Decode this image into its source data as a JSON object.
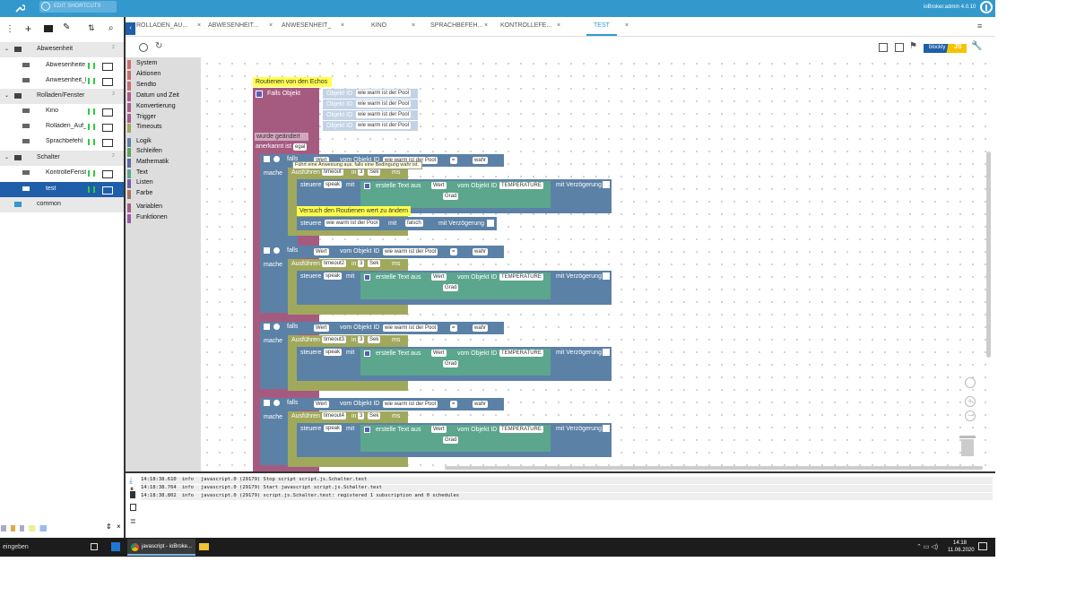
{
  "topbar": {
    "title": "EDIT SHORTCUTS",
    "user": "ioBroker.admin 4.0.10"
  },
  "tree": {
    "items": [
      {
        "label": "Abwesenheit",
        "type": "folder",
        "count": "2"
      },
      {
        "label": "Abwesenheite F",
        "type": "script"
      },
      {
        "label": "Anwesenheit_le",
        "type": "script"
      },
      {
        "label": "Rolladen/Fenster",
        "type": "folder",
        "count": "3"
      },
      {
        "label": "Kino",
        "type": "script"
      },
      {
        "label": "Rolladen_Auf_u",
        "type": "script"
      },
      {
        "label": "Sprachbefehl",
        "type": "script"
      },
      {
        "label": "Schalter",
        "type": "folder",
        "count": "2"
      },
      {
        "label": "KontrolleFenste",
        "type": "script"
      },
      {
        "label": "test",
        "type": "script"
      },
      {
        "label": "common",
        "type": "folder"
      }
    ]
  },
  "tabs": [
    {
      "label": "ROLLADEN_AU..."
    },
    {
      "label": "ABWESENHEIT..."
    },
    {
      "label": "ANWESENHEIT_"
    },
    {
      "label": "KINO"
    },
    {
      "label": "SPRACHBEFEH..."
    },
    {
      "label": "KONTROLLEFE..."
    },
    {
      "label": "TEST"
    }
  ],
  "toolbar": {
    "blockly_label": "blockly",
    "js_label": "JS"
  },
  "toolbox": {
    "categories": [
      {
        "label": "System",
        "color": "#cc6e6e"
      },
      {
        "label": "Aktionen",
        "color": "#cc6e6e"
      },
      {
        "label": "Sendto",
        "color": "#cc6e6e"
      },
      {
        "label": "Datum und Zeit",
        "color": "#a85c8c"
      },
      {
        "label": "Konvertierung",
        "color": "#a85c8c"
      },
      {
        "label": "Trigger",
        "color": "#a85c8c"
      },
      {
        "label": "Timeouts",
        "color": "#a0a85c"
      },
      {
        "label": "Logik",
        "color": "#5c81a6"
      },
      {
        "label": "Schleifen",
        "color": "#5ca65c"
      },
      {
        "label": "Mathematik",
        "color": "#5c68a6"
      },
      {
        "label": "Text",
        "color": "#5ca68d"
      },
      {
        "label": "Listen",
        "color": "#745ca6"
      },
      {
        "label": "Farbe",
        "color": "#a6745c"
      },
      {
        "label": "Variablen",
        "color": "#a55b80"
      },
      {
        "label": "Funktionen",
        "color": "#995ba5"
      }
    ]
  },
  "blocks": {
    "comment": "Routienen von den Echos",
    "trigger_label": "Falls Objekt",
    "objekt_id_label": "Objekt ID",
    "pool": "wie warm ist der Pool",
    "wurde_geaendert": "wurde geändert",
    "anerkannt": "anerkannt ist",
    "egal": "egal",
    "falls": "falls",
    "mache": "mache",
    "wert": "Wert",
    "vom_objekt": "vom Objekt ID",
    "eq": "=",
    "wahr": "wahr",
    "tooltip": "Führt eine Anweisung aus, falls eine Bedingung wahr ist.",
    "ausfuehren": "Ausführen",
    "in": "in",
    "sek": "Sek",
    "ms": "ms",
    "steuere": "steuere",
    "speak": "speak",
    "mit": "mit",
    "erstelle_text": "erstelle Text aus",
    "temperature": "TEMPERATURE",
    "grad": "Grad",
    "mit_verzoegerung": "mit Verzögerung",
    "comment2": "Versuch den Routienen wert zu ändern",
    "falsch": "falsch",
    "groups": [
      {
        "timeout": "timeout",
        "delay": "3"
      },
      {
        "timeout": "timeout2",
        "delay": "3"
      },
      {
        "timeout": "timeout3",
        "delay": "3"
      },
      {
        "timeout": "timeout4",
        "delay": "3"
      }
    ]
  },
  "log": {
    "lines": [
      {
        "time": "14:18:38.610",
        "level": "info",
        "msg": "javascript.0 (29179) Stop script script.js.Schalter.test"
      },
      {
        "time": "14:18:38.764",
        "level": "info",
        "msg": "javascript.0 (29179) Start javascript script.js.Schalter.test"
      },
      {
        "time": "14:18:38.802",
        "level": "info",
        "msg": "javascript.0 (29179) script.js.Schalter.test: registered 1 subscription and 0 schedules"
      }
    ]
  },
  "taskbar": {
    "search": "eingeben",
    "app": "javascript - ioBroke...",
    "time": "14:18",
    "date": "11.06.2020"
  }
}
